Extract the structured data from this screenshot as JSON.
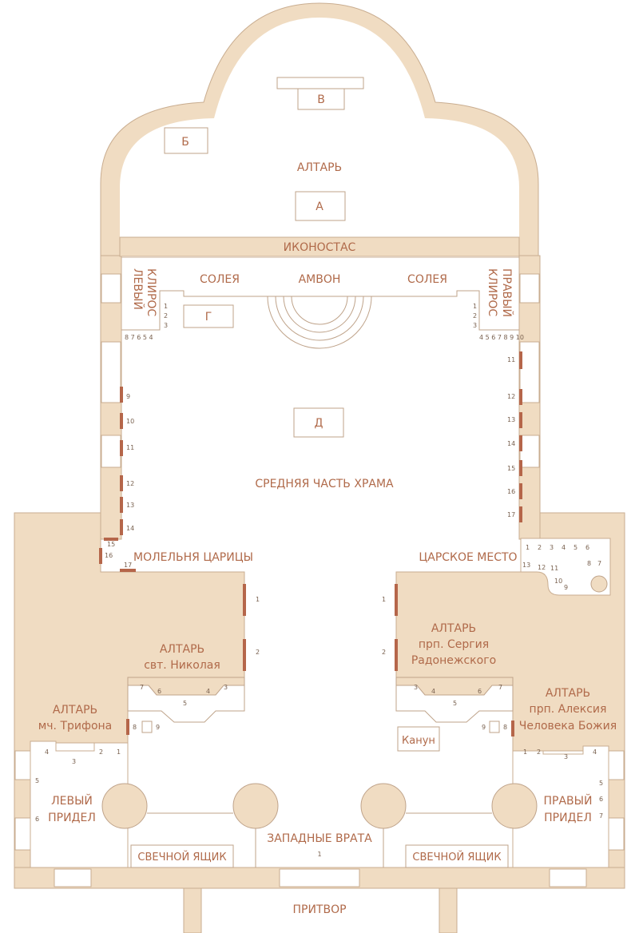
{
  "colors": {
    "wall": "#f0dcc2",
    "wall_stroke": "#c9ad90",
    "label": "#b06a4a",
    "icon_marker": "#b5664a",
    "small_number": "#7a6250"
  },
  "zones": {
    "altar": "АЛТАРЬ",
    "iconostas": "ИКОНОСТАС",
    "left_kliros_1": "ЛЕВЫЙ",
    "left_kliros_2": "КЛИРОС",
    "right_kliros_1": "ПРАВЫЙ",
    "right_kliros_2": "КЛИРОС",
    "soleya_left": "СОЛЕЯ",
    "soleya_right": "СОЛЕЯ",
    "ambon": "АМВОН",
    "nave": "СРЕДНЯЯ ЧАСТЬ ХРАМА",
    "tsaritsa": "МОЛЕЛЬНЯ ЦАРИЦЫ",
    "tsar_place": "ЦАРСКОЕ МЕСТО",
    "altar_nikolay_1": "АЛТАРЬ",
    "altar_nikolay_2": "свт. Николая",
    "altar_sergiy_1": "АЛТАРЬ",
    "altar_sergiy_2": "прп. Сергия",
    "altar_sergiy_3": "Радонежского",
    "altar_trifon_1": "АЛТАРЬ",
    "altar_trifon_2": "мч. Трифона",
    "altar_aleksiy_1": "АЛТАРЬ",
    "altar_aleksiy_2": "прп. Алексия",
    "altar_aleksiy_3": "Человека Божия",
    "left_pridel_1": "ЛЕВЫЙ",
    "left_pridel_2": "ПРИДЕЛ",
    "right_pridel_1": "ПРАВЫЙ",
    "right_pridel_2": "ПРИДЕЛ",
    "west_gates": "ЗАПАДНЫЕ ВРАТА",
    "west_gates_num": "1",
    "candle_left": "СВЕЧНОЙ ЯЩИК",
    "candle_right": "СВЕЧНОЙ ЯЩИК",
    "kanun": "Канун",
    "pritvor": "ПРИТВОР"
  },
  "points": {
    "a": "А",
    "b": "Б",
    "v": "В",
    "g": "Г",
    "d": "Д"
  },
  "numbers": {
    "left_kliros_side": [
      "1",
      "2",
      "3"
    ],
    "left_kliros_row": "8 7 6 5 4",
    "right_kliros_side": [
      "1",
      "2",
      "3"
    ],
    "right_kliros_row": "4 5 6 7 8 9 10",
    "left_wall": [
      "9",
      "10",
      "11",
      "12",
      "13",
      "14",
      "15",
      "16",
      "17"
    ],
    "right_wall": [
      "11",
      "12",
      "13",
      "14",
      "15",
      "16",
      "17"
    ],
    "tsar_top": [
      "1",
      "2",
      "3",
      "4",
      "5",
      "6"
    ],
    "tsar_row": [
      "13",
      "12",
      "11",
      "10",
      "9",
      "8",
      "7"
    ],
    "nikolay": [
      "1",
      "2",
      "7",
      "6",
      "4",
      "3",
      "5",
      "8",
      "9"
    ],
    "sergiy": [
      "1",
      "2",
      "3",
      "4",
      "6",
      "7",
      "5",
      "9",
      "8"
    ],
    "left_pridel": [
      "4",
      "3",
      "2",
      "1",
      "5",
      "6"
    ],
    "right_pridel": [
      "1",
      "2",
      "3",
      "4",
      "5",
      "6",
      "7"
    ]
  }
}
